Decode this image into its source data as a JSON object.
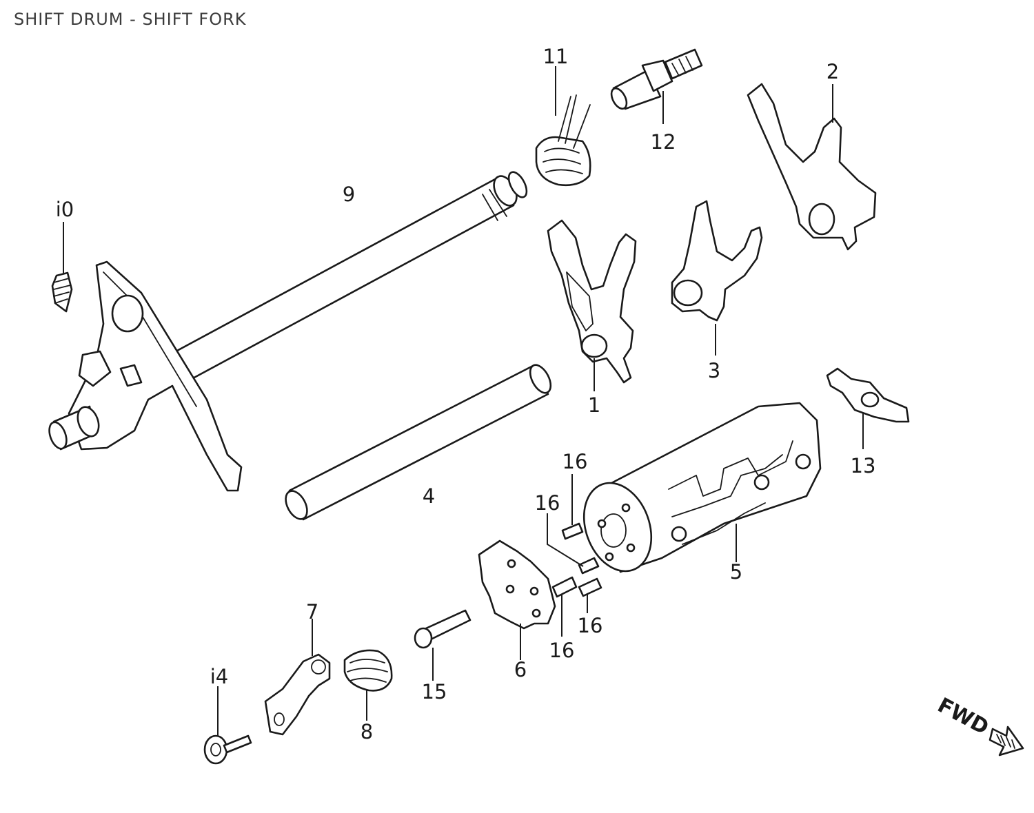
{
  "title": "SHIFT DRUM - SHIFT FORK",
  "callouts": {
    "c1": "1",
    "c2": "2",
    "c3": "3",
    "c4": "4",
    "c5": "5",
    "c6": "6",
    "c7": "7",
    "c8": "8",
    "c9": "9",
    "c10": "i0",
    "c11": "11",
    "c12": "12",
    "c13": "13",
    "c14": "i4",
    "c15": "15",
    "c16a": "16",
    "c16b": "16",
    "c16c": "16",
    "c16d": "16"
  },
  "direction_label": "FWD",
  "colors": {
    "line": "#1a1a1a",
    "background": "#ffffff",
    "title": "#3c3c3c"
  },
  "icons": {
    "fwd_arrow": "hatched-arrow-icon"
  }
}
